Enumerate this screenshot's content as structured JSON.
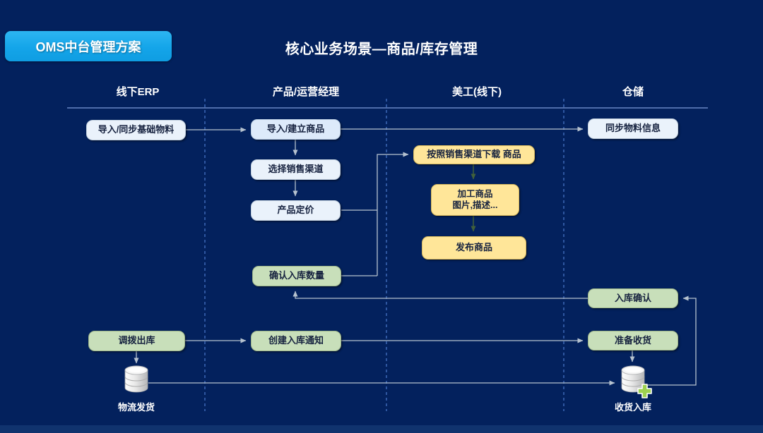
{
  "badge": {
    "label": "OMS中台管理方案"
  },
  "title": "核心业务场景—商品/库存管理",
  "lanes": [
    {
      "label": "线下ERP"
    },
    {
      "label": "产品/运营经理"
    },
    {
      "label": "美工(线下)"
    },
    {
      "label": "仓储"
    }
  ],
  "nodes": {
    "import_sync_materials": {
      "label": "导入/同步基础物料",
      "style": "white"
    },
    "import_create_product": {
      "label": "导入/建立商品",
      "style": "white"
    },
    "select_sales_channel": {
      "label": "选择销售渠道",
      "style": "white"
    },
    "product_pricing": {
      "label": "产品定价",
      "style": "white"
    },
    "confirm_inbound_qty": {
      "label": "确认入库数量",
      "style": "green"
    },
    "transfer_outbound": {
      "label": "调拨出库",
      "style": "green"
    },
    "create_inbound_notice": {
      "label": "创建入库通知",
      "style": "green"
    },
    "download_by_channel": {
      "label": "按照销售渠道下载 商品",
      "style": "yellow"
    },
    "process_product": {
      "label_line1": "加工商品",
      "label_line2": "图片,描述...",
      "style": "yellow"
    },
    "publish_product": {
      "label": "发布商品",
      "style": "yellow"
    },
    "sync_material_info": {
      "label": "同步物料信息",
      "style": "white"
    },
    "inbound_confirm": {
      "label": "入库确认",
      "style": "green"
    },
    "prepare_receiving": {
      "label": "准备收货",
      "style": "green"
    }
  },
  "database_labels": {
    "logistics_shipping": "物流发货",
    "receiving_inbound": "收货入库"
  },
  "colors": {
    "background": "#03215d",
    "badge": "#14a5e9",
    "white_box": "#eaf2fb",
    "green_box": "#c8dfba",
    "yellow_box": "#ffe699",
    "connector": "#b6c2cf",
    "green_connector": "#41603a",
    "lane_divider": "#4a79cc",
    "header_line": "#7d9bd8"
  }
}
